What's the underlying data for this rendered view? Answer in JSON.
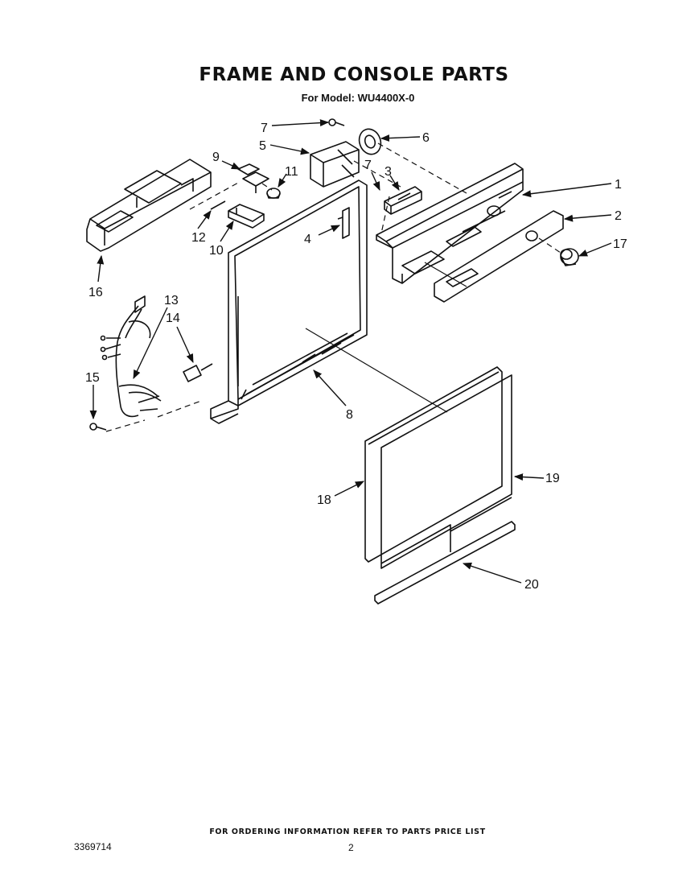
{
  "title": "FRAME AND CONSOLE PARTS",
  "subtitle": "For Model: WU4400X-0",
  "callouts": [
    {
      "id": "c1",
      "label": "1"
    },
    {
      "id": "c2",
      "label": "2"
    },
    {
      "id": "c3",
      "label": "3"
    },
    {
      "id": "c4",
      "label": "4"
    },
    {
      "id": "c5",
      "label": "5"
    },
    {
      "id": "c6",
      "label": "6"
    },
    {
      "id": "c7a",
      "label": "7"
    },
    {
      "id": "c7b",
      "label": "7"
    },
    {
      "id": "c8",
      "label": "8"
    },
    {
      "id": "c9",
      "label": "9"
    },
    {
      "id": "c10",
      "label": "10"
    },
    {
      "id": "c11",
      "label": "11"
    },
    {
      "id": "c12",
      "label": "12"
    },
    {
      "id": "c13",
      "label": "13"
    },
    {
      "id": "c14",
      "label": "14"
    },
    {
      "id": "c15",
      "label": "15"
    },
    {
      "id": "c16",
      "label": "16"
    },
    {
      "id": "c17",
      "label": "17"
    },
    {
      "id": "c18",
      "label": "18"
    },
    {
      "id": "c19",
      "label": "19"
    },
    {
      "id": "c20",
      "label": "20"
    }
  ],
  "footer": {
    "ordering_note": "FOR ORDERING INFORMATION REFER TO PARTS PRICE LIST",
    "doc_number": "3369714",
    "page_number": "2"
  }
}
